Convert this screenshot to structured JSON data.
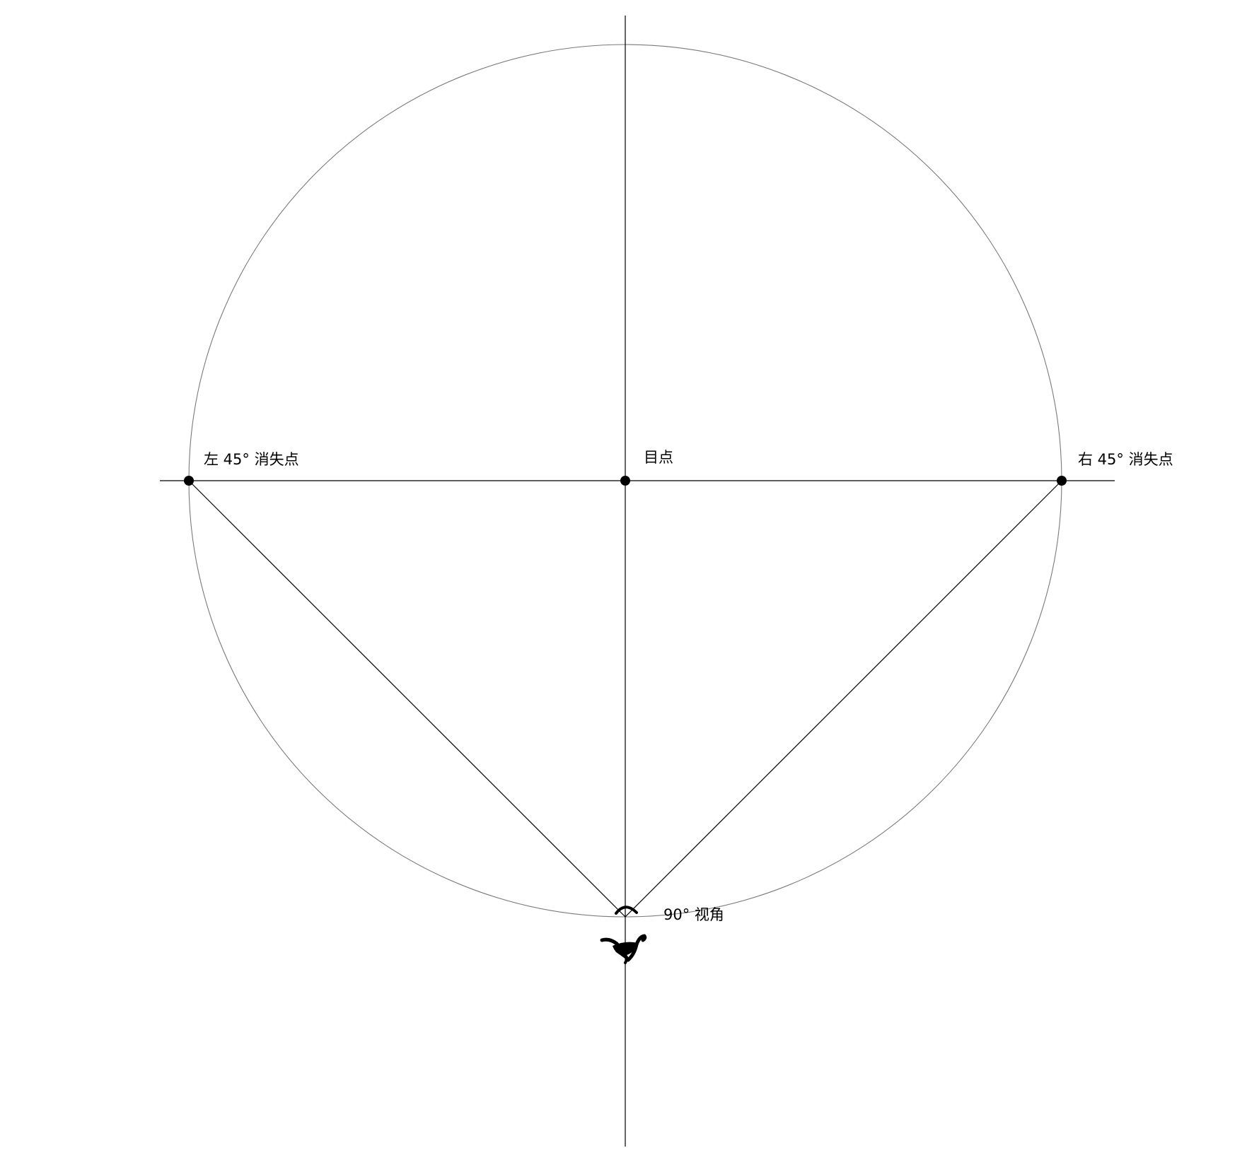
{
  "labels": {
    "left_vp": "左 45°  消失点",
    "center": "目点",
    "right_vp": "右 45°  消失点",
    "view_angle": "90°  视角"
  },
  "icons": {
    "eye": "eye-icon"
  },
  "colors": {
    "line": "#000000",
    "circle": "#7a7a7a",
    "background": "#ffffff"
  }
}
